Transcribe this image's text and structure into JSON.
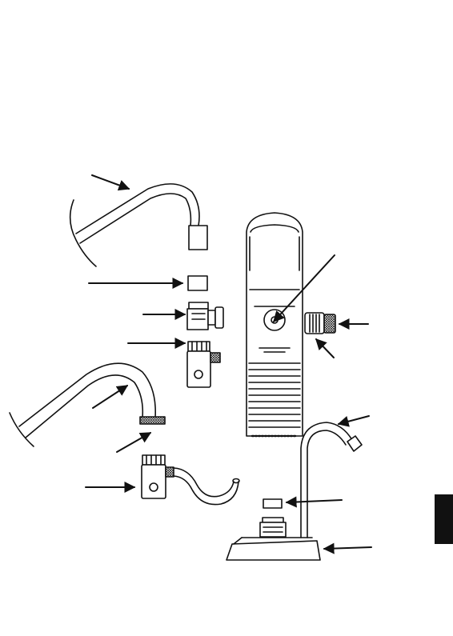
{
  "page": {
    "background": "#ffffff",
    "ink": "#111111",
    "section_tab_color": "#111111"
  },
  "diagram": {
    "type": "exploded installation illustration",
    "parts": [
      "faucet-spout-with-aerator",
      "aerator-washer",
      "diverter-valve-adapter",
      "diverter-valve-with-hose",
      "spray-faucet-threaded-tip",
      "diverter-valve-mounted-with-hose",
      "filter-unit",
      "outlet-fitting",
      "faucet-stand",
      "base-washer",
      "faucet-stand-base"
    ],
    "callout_arrow_count": 12,
    "labels": []
  }
}
